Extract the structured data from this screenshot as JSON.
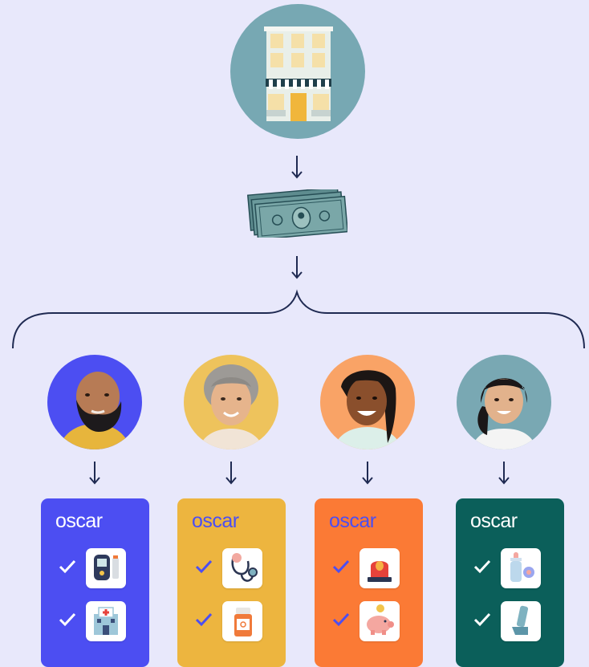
{
  "colors": {
    "background": "#e8e8fb",
    "navy": "#1f2a52",
    "employer_circle": "#77a8b3"
  },
  "cards": [
    {
      "logo": "oscar",
      "bg": "#4c4ef2",
      "logo_color": "#ffffff",
      "check_color": "#ffffff",
      "benefits": [
        "glucose-meter-icon",
        "hospital-icon"
      ]
    },
    {
      "logo": "oscar",
      "bg": "#edb53f",
      "logo_color": "#4c4ef2",
      "check_color": "#4c4ef2",
      "benefits": [
        "stethoscope-icon",
        "pill-bottle-icon"
      ]
    },
    {
      "logo": "oscar",
      "bg": "#fb7a35",
      "logo_color": "#4c4ef2",
      "check_color": "#4c4ef2",
      "benefits": [
        "emergency-siren-icon",
        "piggy-bank-icon"
      ]
    },
    {
      "logo": "oscar",
      "bg": "#0b5f5a",
      "logo_color": "#ffffff",
      "check_color": "#ffffff",
      "benefits": [
        "baby-bottle-icon",
        "inhaler-icon"
      ]
    }
  ],
  "avatars": [
    {
      "name": "bearded-man-avatar",
      "bg": "#4c4ef2"
    },
    {
      "name": "older-woman-avatar",
      "bg": "#eec35c"
    },
    {
      "name": "smiling-man-avatar",
      "bg": "#f9a366"
    },
    {
      "name": "young-woman-avatar",
      "bg": "#79a8b3"
    }
  ]
}
